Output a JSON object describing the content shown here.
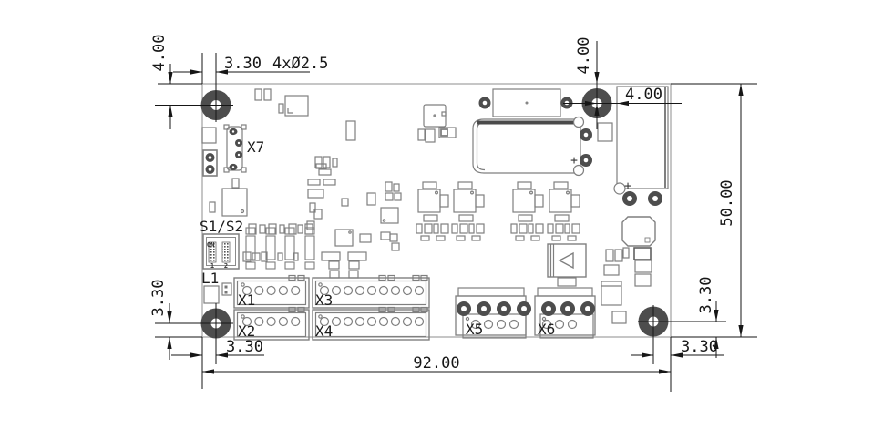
{
  "drawing": {
    "type": "pcb-dimension-drawing",
    "dimensions": {
      "top_left_height": "4.00",
      "top_left_offset": "3.30",
      "hole_callout": "4xØ2.5",
      "top_right_height": "4.00",
      "top_right_offset": "4.00",
      "board_height": "50.00",
      "right_hole_offset": "3.30",
      "left_hole_offset": "3.30",
      "bottom_left_offset": "3.30",
      "bottom_right_offset": "3.30",
      "board_width": "92.00"
    },
    "components": {
      "x1": "X1",
      "x2": "X2",
      "x3": "X3",
      "x4": "X4",
      "x5": "X5",
      "x6": "X6",
      "x7": "X7",
      "s1s2": "S1/S2",
      "l1": "L1"
    },
    "dip_switch": {
      "on_label": "ON",
      "pos1": "1",
      "pos2": "2"
    },
    "marks": {
      "plus": "+"
    },
    "colors": {
      "pad_fill": "#4d4d4d",
      "component_outline": "#7f7f7f",
      "dimension_line": "#161616",
      "board_edge": "#a8a8a8"
    }
  }
}
